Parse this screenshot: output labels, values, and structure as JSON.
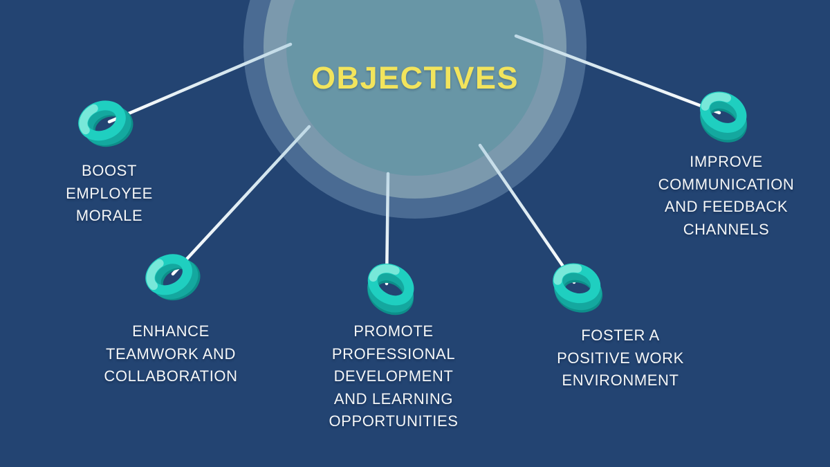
{
  "slide": {
    "background_color": "#234472",
    "title": {
      "text": "OBJECTIVES",
      "color": "#f2e45c"
    },
    "center_circle": {
      "outer_color": "#4a6b93",
      "middle_color": "#7b99ad",
      "inner_color": "#6896a6"
    },
    "connector_line_color": "#ffffff",
    "ring_icon_colors": {
      "top": "#1fcfc0",
      "side": "#0d8f8a",
      "highlight": "#78e8d9"
    }
  },
  "objectives": [
    {
      "label": "BOOST\nEMPLOYEE\nMORALE"
    },
    {
      "label": "ENHANCE\nTEAMWORK AND\nCOLLABORATION"
    },
    {
      "label": "PROMOTE\nPROFESSIONAL\nDEVELOPMENT\nAND LEARNING\nOPPORTUNITIES"
    },
    {
      "label": "FOSTER A\nPOSITIVE WORK\nENVIRONMENT"
    },
    {
      "label": "IMPROVE\nCOMMUNICATION\nAND FEEDBACK\nCHANNELS"
    }
  ]
}
